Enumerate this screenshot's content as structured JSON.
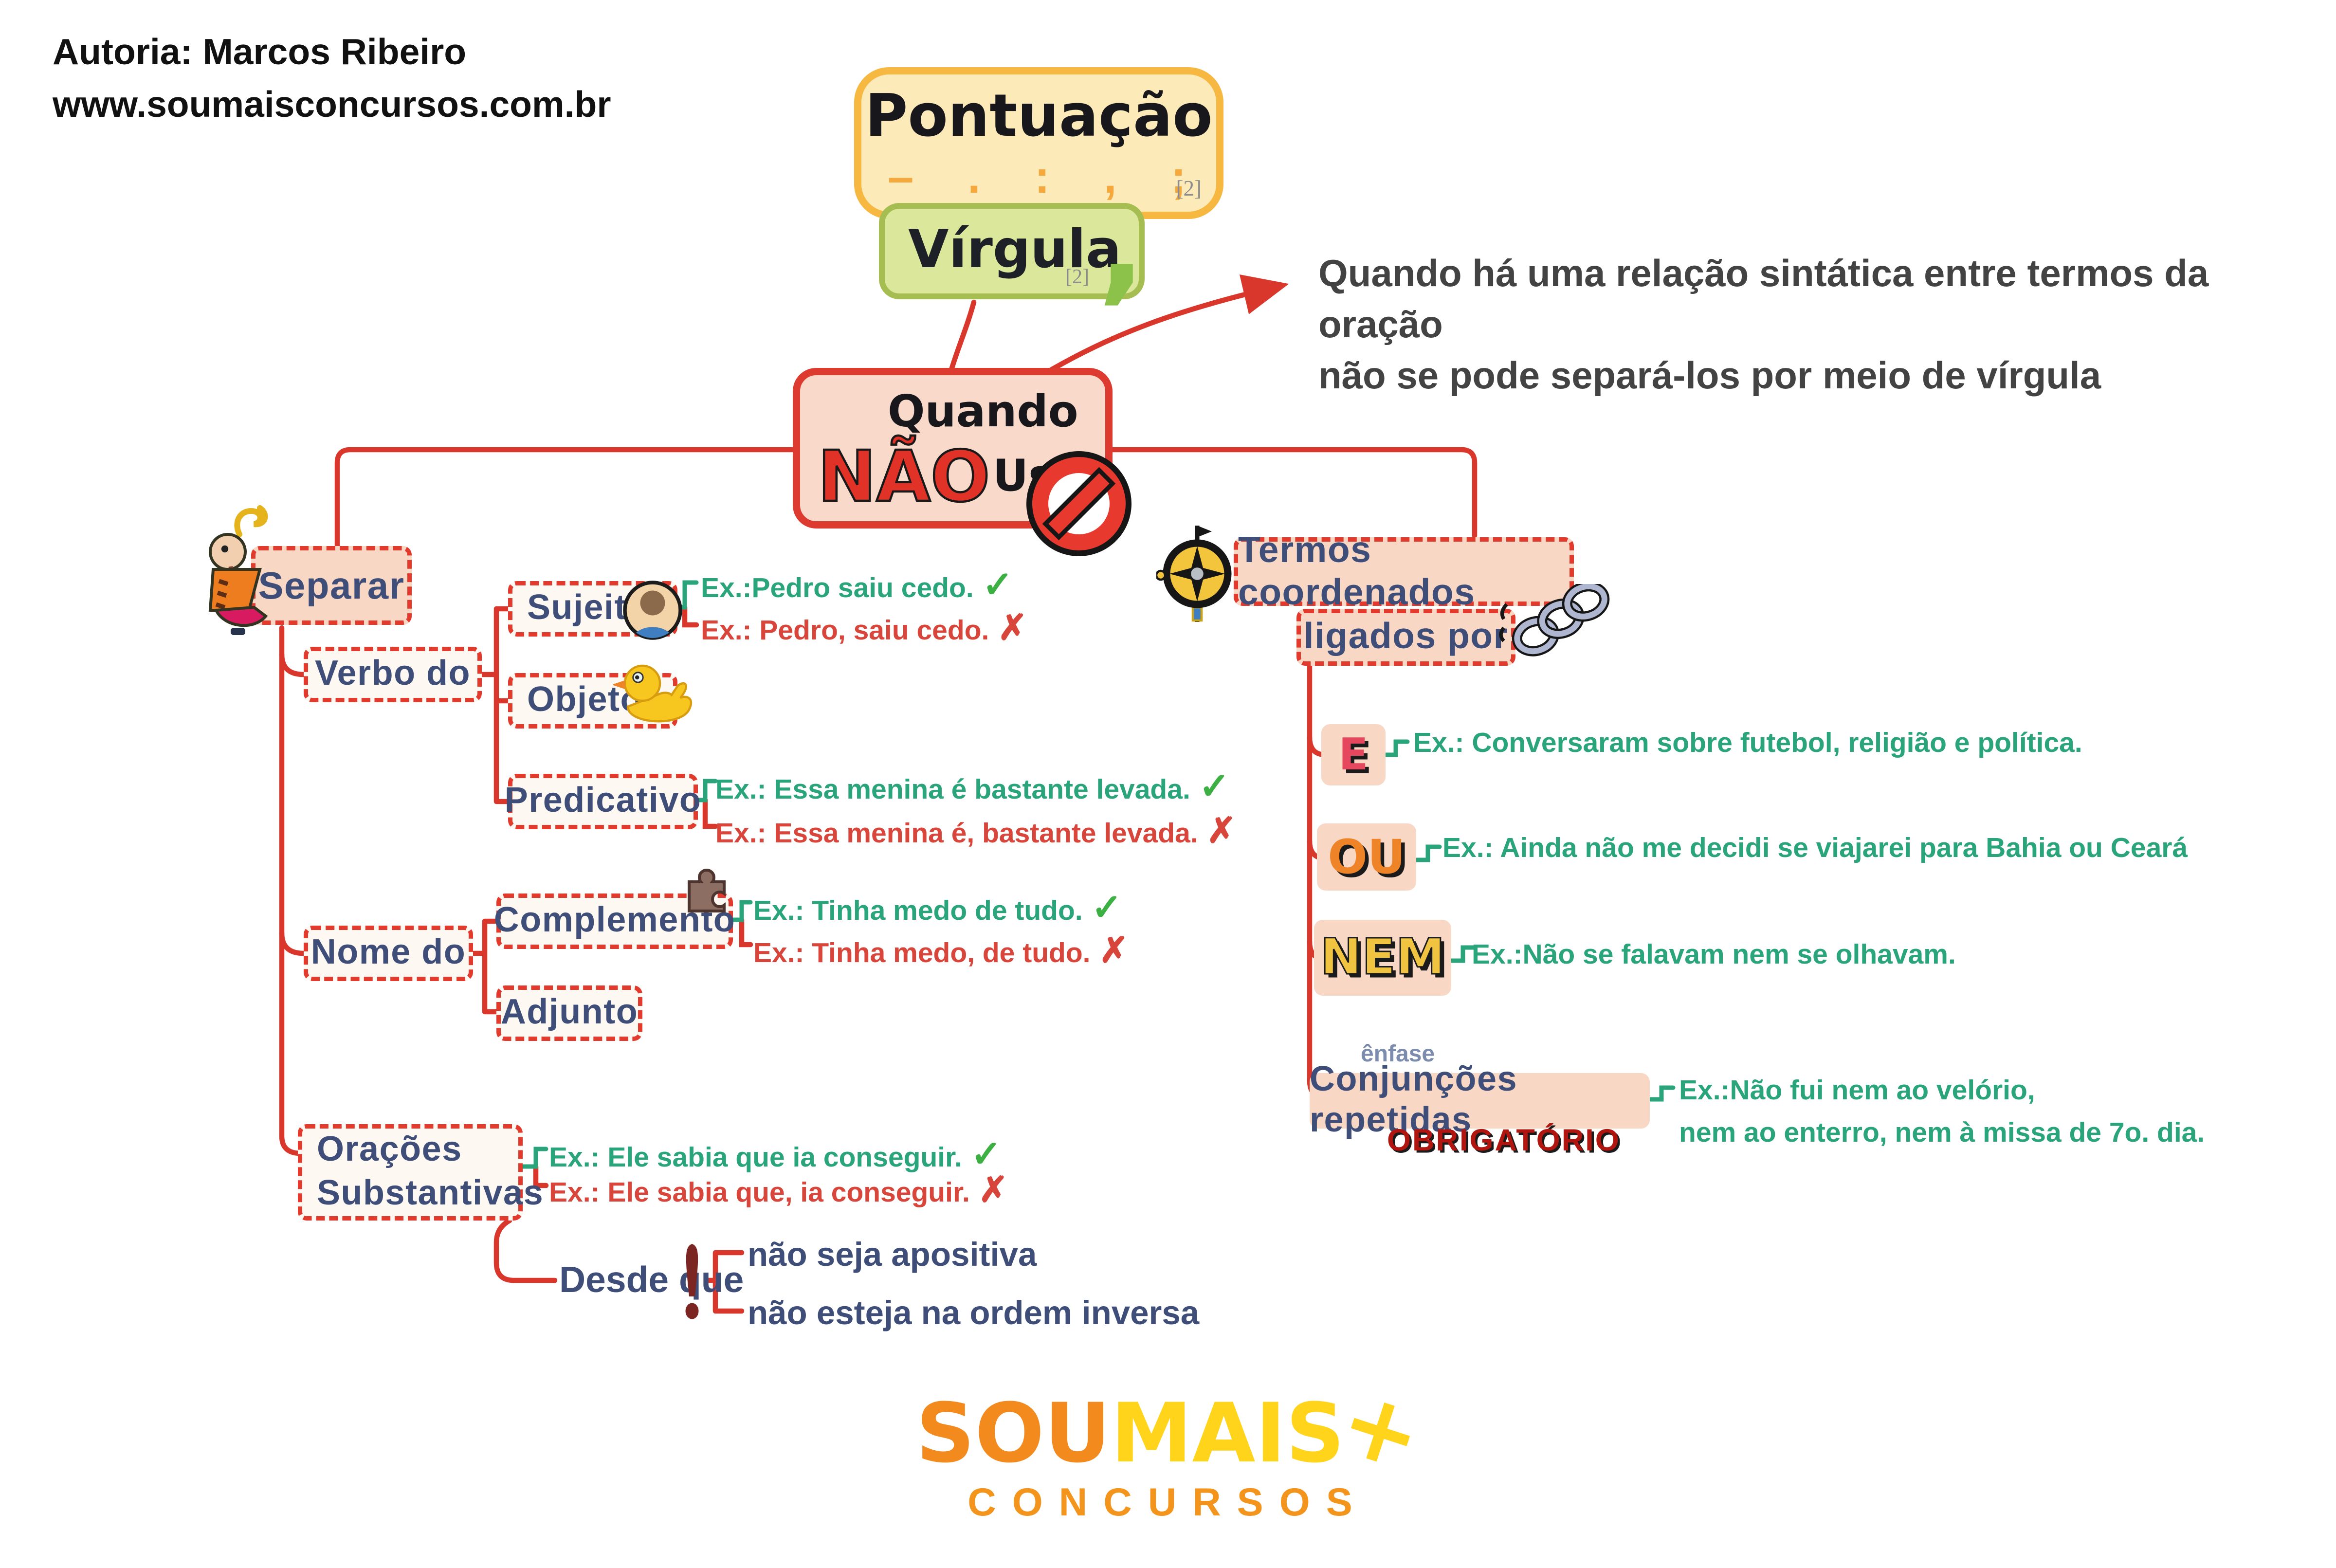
{
  "meta": {
    "author": "Autoria: Marcos Ribeiro",
    "website": "www.soumaisconcursos.com.br"
  },
  "title": {
    "main": "Pontuação",
    "main_marks": "– . : , ;",
    "main_ref": "[2]",
    "sub": "Vírgula",
    "sub_comma": ",",
    "sub_ref": "[2]"
  },
  "note": {
    "line1": "Quando há uma relação sintática entre termos da oração",
    "line2": "não se pode separá-los por meio de vírgula"
  },
  "root": {
    "word1": "Quando",
    "negation": "NÃO",
    "word2": "Usar"
  },
  "marks": {
    "check": "✓",
    "x": "✗"
  },
  "left": {
    "separar": "Separar",
    "verbo_do": "Verbo do",
    "sujeito": "Sujeito",
    "objeto": "Objeto",
    "predicativo": "Predicativo",
    "sujeito_examples": {
      "good": "Ex.:Pedro saiu cedo.",
      "bad": "Ex.: Pedro, saiu cedo."
    },
    "predicativo_examples": {
      "good": "Ex.: Essa menina é bastante levada.",
      "bad": "Ex.: Essa menina é, bastante levada."
    },
    "nome_do": "Nome do",
    "complemento": "Complemento",
    "adjunto": "Adjunto",
    "complemento_examples": {
      "good": "Ex.: Tinha medo de tudo.",
      "bad": "Ex.: Tinha medo, de tudo."
    },
    "oracoes_line1": "Orações",
    "oracoes_line2": "Substantivas",
    "oracoes_examples": {
      "good": "Ex.: Ele sabia que ia conseguir.",
      "bad": "Ex.: Ele sabia que, ia conseguir."
    },
    "desde_que": "Desde que",
    "condition1": "não seja apositiva",
    "condition2": "não esteja na ordem inversa"
  },
  "right": {
    "termos": "Termos coordenados",
    "ligados": "ligados por",
    "conjunctions": [
      {
        "label": "E",
        "example": "Ex.: Conversaram sobre futebol, religião e política."
      },
      {
        "label": "OU",
        "example": "Ex.: Ainda não me decidi se viajarei para Bahia ou Ceará"
      },
      {
        "label": "NEM",
        "example": "Ex.:Não se falavam nem se olhavam."
      }
    ],
    "enfase": "ênfase",
    "conjuncoes_repetidas": "Conjunções repetidas",
    "obrigatorio": "OBRIGATÓRIO",
    "repetidas_example_line1": "Ex.:Não fui nem ao velório,",
    "repetidas_example_line2": "nem ao enterro, nem à missa de 7o. dia."
  },
  "logo": {
    "sou": "SOU",
    "mais": "MAIS",
    "plus": "+",
    "concursos": "CONCURSOS"
  },
  "colors": {
    "line_red": "#da372c",
    "salmon": "#f8d7c5",
    "good_green": "#2aa47b",
    "bad_red": "#d8453b",
    "title_yellow_fill": "#fdeab9",
    "title_yellow_border": "#f6b840",
    "virgula_green_fill": "#dbe89c",
    "virgula_green_border": "#a6bd52",
    "nao_red": "#e03226",
    "e_letter": "#e5485e",
    "ou_letter": "#ef8327",
    "nem_letter": "#f0c440",
    "obrigatorio_red": "#b01510",
    "logo_orange": "#f28a1e",
    "logo_yellow": "#ffd41a"
  }
}
